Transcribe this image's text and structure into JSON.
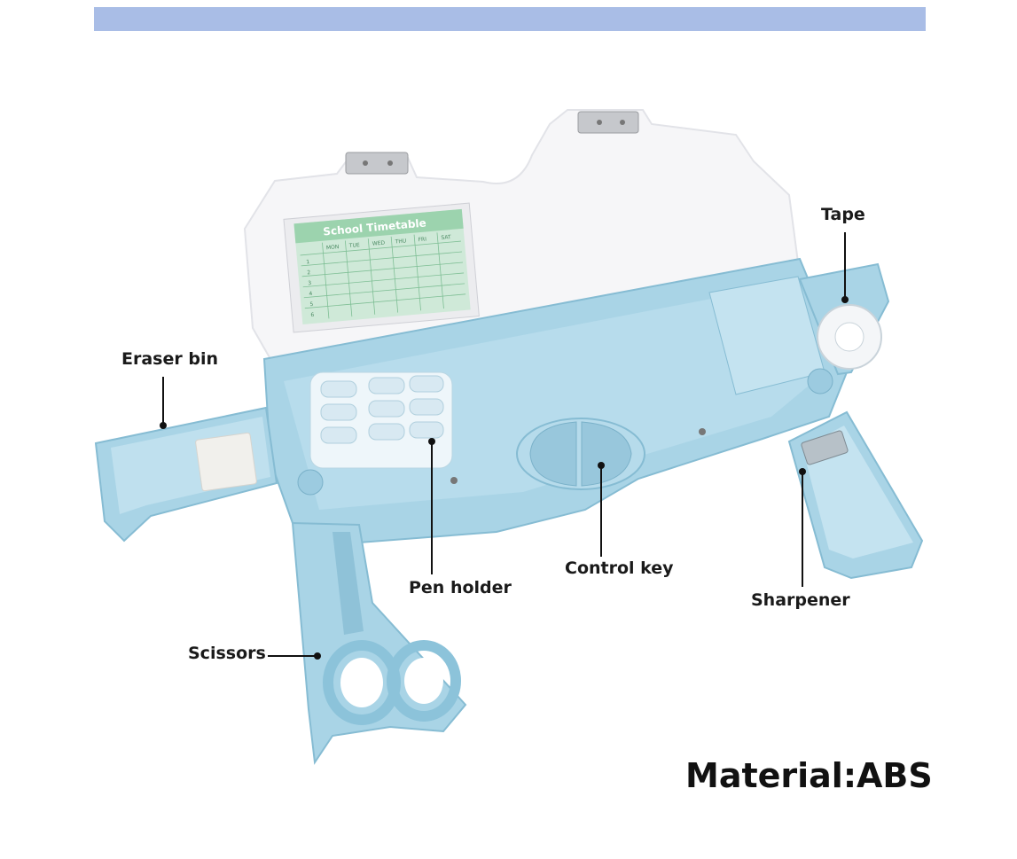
{
  "colors": {
    "band": "#a9bde6",
    "case_blue": "#a9d4e6",
    "case_blue_dark": "#86bcd3",
    "lid_white": "#f6f6f8",
    "timetable_green": "#cfe9d8",
    "timetable_header": "#9cd3ae",
    "leader_line": "#111111"
  },
  "timetable": {
    "title": "School Timetable",
    "days": [
      "MON",
      "TUE",
      "WED",
      "THU",
      "FRI",
      "SAT"
    ],
    "rows": [
      "1",
      "2",
      "3",
      "4",
      "5",
      "6"
    ]
  },
  "callouts": {
    "tape": "Tape",
    "eraser_bin": "Eraser bin",
    "pen_holder": "Pen holder",
    "control_key": "Control key",
    "sharpener": "Sharpener",
    "scissors": "Scissors"
  },
  "material_label": "Material:ABS"
}
